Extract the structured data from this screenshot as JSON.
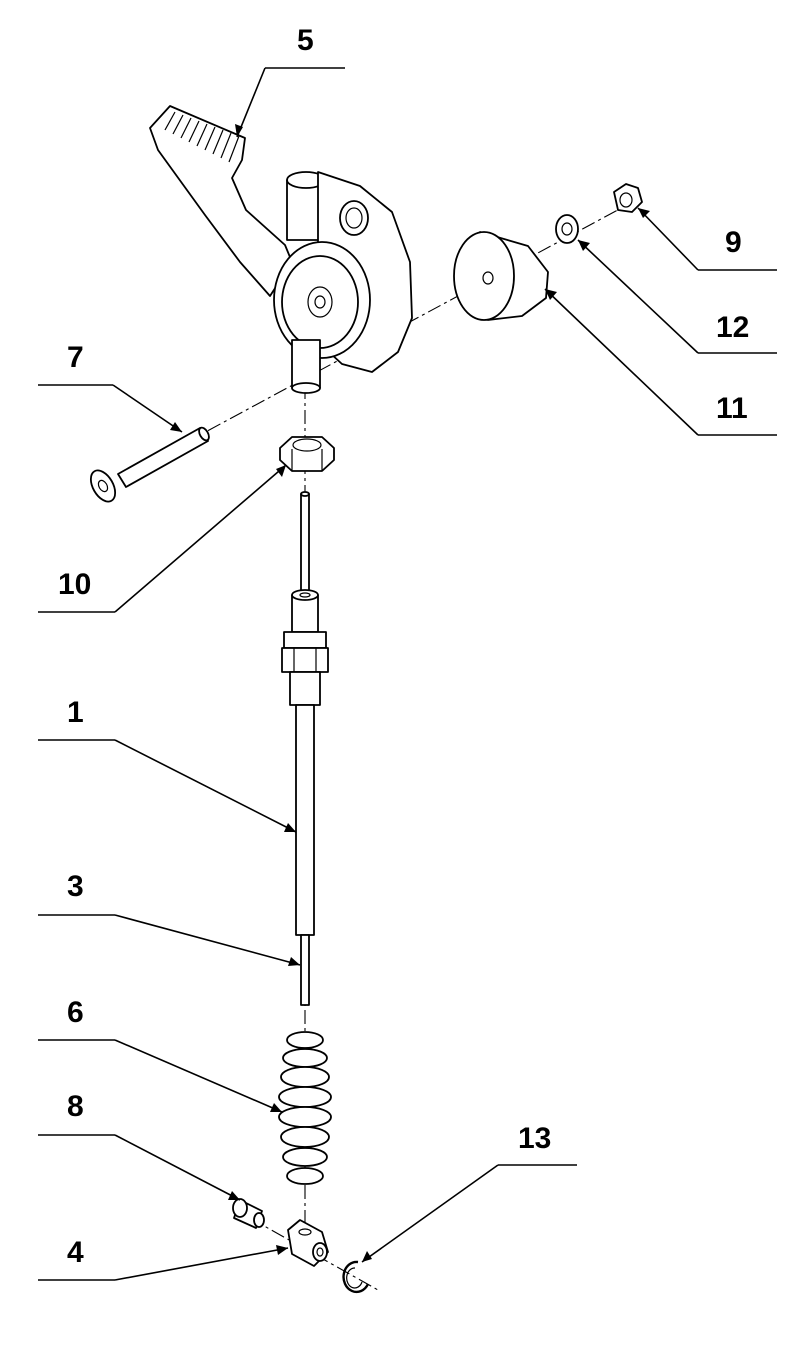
{
  "callouts": {
    "c1": "1",
    "c3": "3",
    "c4": "4",
    "c5": "5",
    "c6": "6",
    "c7": "7",
    "c8": "8",
    "c9": "9",
    "c10": "10",
    "c11": "11",
    "c12": "12",
    "c13": "13"
  }
}
